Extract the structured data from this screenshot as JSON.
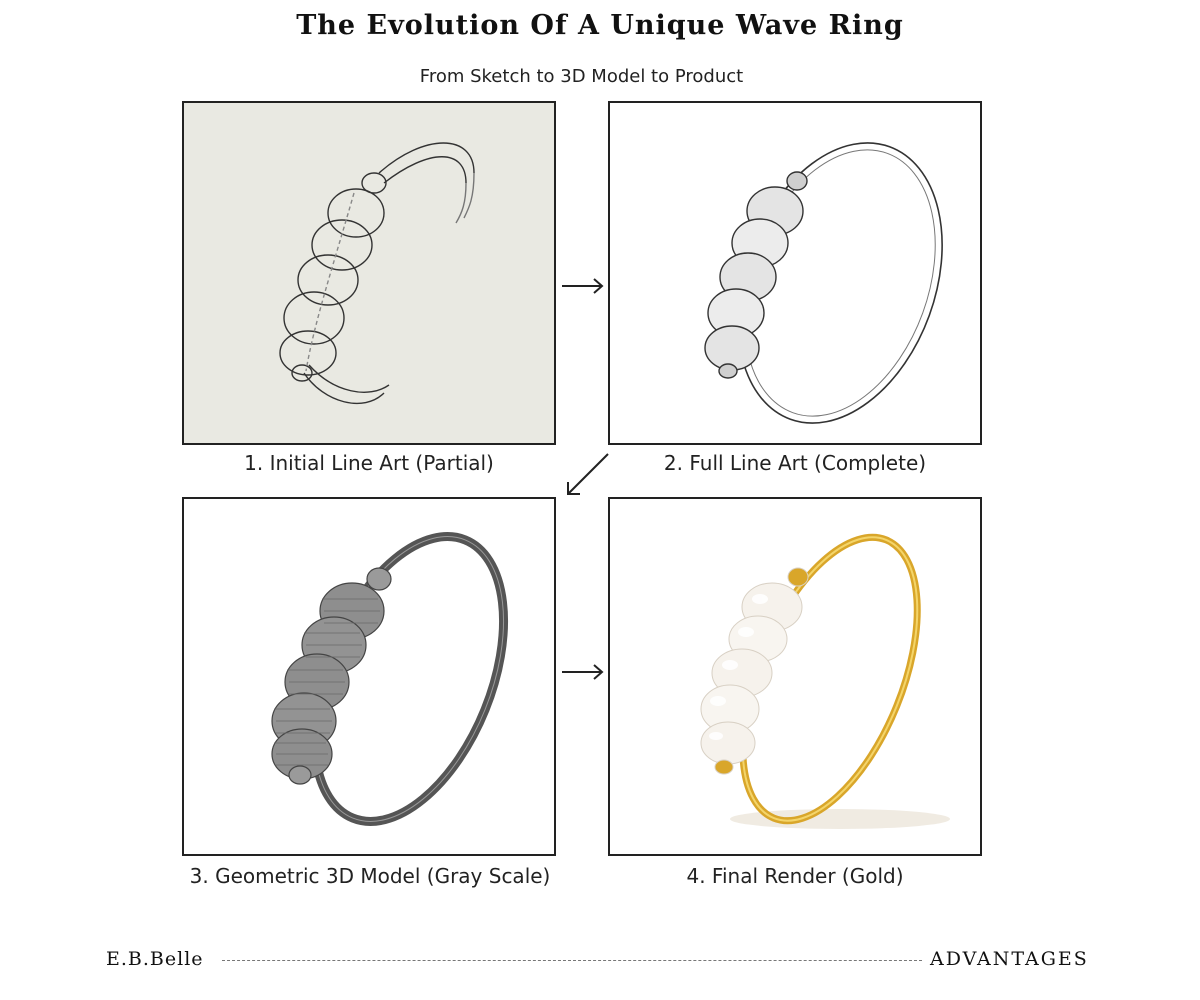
{
  "header": {
    "title": "The Evolution Of A Unique Wave Ring",
    "subtitle": "From Sketch to 3D Model to Product"
  },
  "steps": [
    {
      "caption": "1. Initial Line Art (Partial)",
      "style": "pencil-sketch-partial"
    },
    {
      "caption": "2. Full Line Art (Complete)",
      "style": "pencil-sketch-complete"
    },
    {
      "caption": "3. Geometric 3D Model (Gray Scale)",
      "style": "gray-wireframe-model"
    },
    {
      "caption": "4. Final Render (Gold)",
      "style": "gold-ring-with-pearls"
    }
  ],
  "footer": {
    "brand": "E.B.Belle",
    "right_label": "ADVANTAGES"
  },
  "colors": {
    "sketch_paper": "#e9e9e2",
    "model_gray": "#8a8a8a",
    "gold": "#d9a62a",
    "pearl": "#f6f2ec"
  }
}
